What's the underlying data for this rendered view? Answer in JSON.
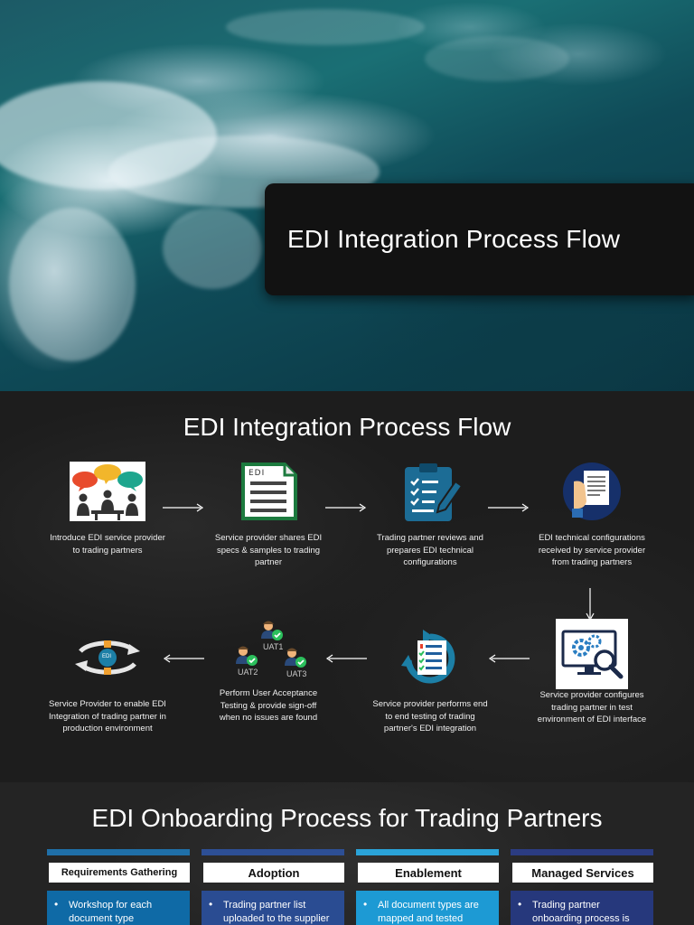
{
  "hero": {
    "title": "EDI Integration Process Flow"
  },
  "flow": {
    "title": "EDI Integration Process Flow",
    "steps": [
      {
        "caption": "Introduce EDI service provider to trading partners",
        "icon": "meeting-icon"
      },
      {
        "caption": "Service provider shares EDI specs & samples to trading partner",
        "icon": "edi-document-icon",
        "icon_text": "EDI"
      },
      {
        "caption": "Trading partner reviews and prepares EDI technical configurations",
        "icon": "clipboard-checklist-icon"
      },
      {
        "caption": "EDI technical configurations received by service provider from trading partners",
        "icon": "hand-document-icon"
      },
      {
        "caption": "Service provider configures trading partner in test environment of EDI interface",
        "icon": "monitor-gears-search-icon"
      },
      {
        "caption": "Service provider performs end to end testing of trading partner's EDI integration",
        "icon": "checklist-cycle-icon"
      },
      {
        "caption": "Perform User Acceptance Testing & provide sign-off when no issues are found",
        "icon": "uat-users-icon",
        "uat_labels": [
          "UAT1",
          "UAT2",
          "UAT3"
        ]
      },
      {
        "caption": "Service Provider to enable EDI Integration of trading partner in production environment",
        "icon": "edi-exchange-cycle-icon",
        "icon_text": "EDI"
      }
    ]
  },
  "onboarding": {
    "title": "EDI Onboarding Process for Trading Partners",
    "columns": [
      {
        "label": "Requirements Gathering",
        "bullet": "Workshop for each document type",
        "bar_color": "#1f6fa8",
        "body_color": "#0f6aa6"
      },
      {
        "label": "Adoption",
        "bullet": "Trading partner list uploaded to the supplier",
        "bar_color": "#2d4f95",
        "body_color": "#2a4c92"
      },
      {
        "label": "Enablement",
        "bullet": "All document types are mapped and tested",
        "bar_color": "#2aa3d8",
        "body_color": "#1d9ad4"
      },
      {
        "label": "Managed Services",
        "bullet": "Trading partner onboarding process is",
        "bar_color": "#2b3c82",
        "body_color": "#26387c"
      }
    ]
  },
  "colors": {
    "hero_box": "#121212",
    "flow_bg": "#1d1d1d",
    "icon_blue": "#1f5f9e",
    "icon_teal": "#1c7fa6",
    "check_green": "#2bbf5c"
  }
}
